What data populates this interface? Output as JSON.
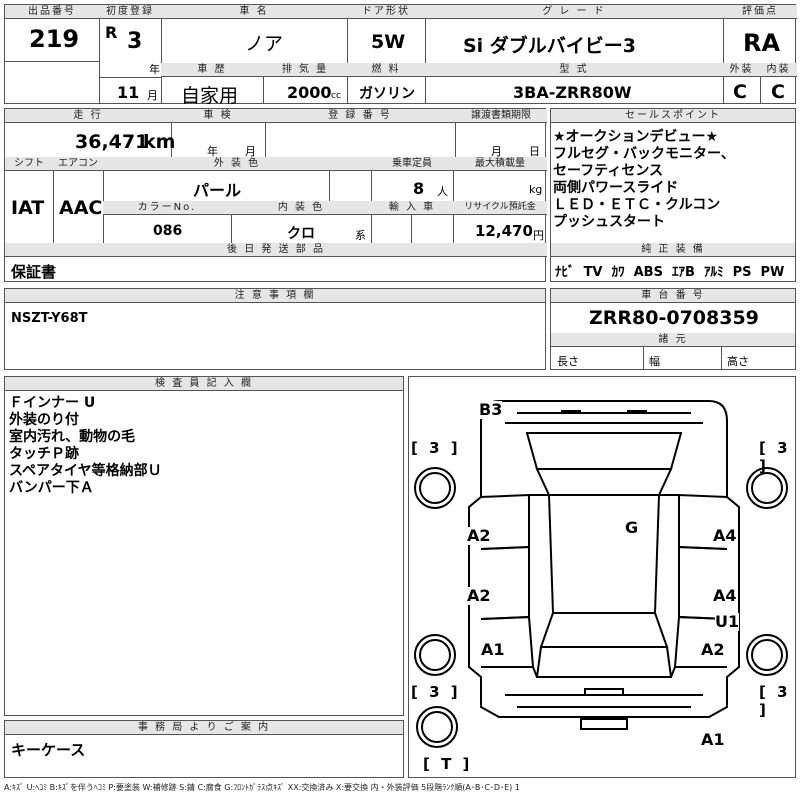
{
  "header": {
    "lot_label": "出品番号",
    "lot_value": "219",
    "first_reg_label": "初度登録",
    "era": "R",
    "year": "3",
    "year_unit": "年",
    "month": "11",
    "month_unit": "月",
    "name_label": "車 名",
    "name_value": "ノア",
    "door_label": "ドア形状",
    "door_value": "5W",
    "grade_label": "グ レ ー ド",
    "grade_value": "Si ダブルバイビー3",
    "score_label": "評価点",
    "score_value": "RA",
    "history_label": "車 歴",
    "history_value": "自家用",
    "displacement_label": "排 気 量",
    "displacement_value": "2000",
    "displacement_unit": "cc",
    "fuel_label": "燃 料",
    "fuel_value": "ガソリン",
    "model_label": "型 式",
    "model_value": "3BA-ZRR80W",
    "ext_label": "外装",
    "ext_value": "C",
    "int_label": "内装",
    "int_value": "C"
  },
  "details": {
    "mileage_label": "走 行",
    "mileage_value": "36,471",
    "mileage_unit": "km",
    "inspection_label": "車 検",
    "insp_year_unit": "年",
    "insp_month_unit": "月",
    "reg_no_label": "登 録 番 号",
    "transfer_label": "譲渡書類期限",
    "transfer_month_unit": "月",
    "transfer_day_unit": "日",
    "shift_label": "シフト",
    "shift_value": "IAT",
    "ac_label": "エアコン",
    "ac_value": "AAC",
    "color_label": "外 装 色",
    "color_value": "パール",
    "capacity_label": "乗車定員",
    "capacity_value": "8",
    "capacity_unit": "人",
    "load_label": "最大積載量",
    "load_unit": "kg",
    "color_no_label": "カラーNo.",
    "color_no_value": "086",
    "int_color_label": "内 装 色",
    "int_color_value": "クロ",
    "int_color_unit": "系",
    "import_label": "輸 入 車",
    "recycle_label": "リサイクル預託金",
    "recycle_value": "12,470",
    "recycle_unit": "円",
    "delivery_label": "後 日 発 送 部 品",
    "delivery_value": "保証書"
  },
  "sales_points": {
    "label": "セールスポイント",
    "lines": [
      "★オークションデビュー★",
      "フルセグ・バックモニター、",
      "セーフティセンス",
      "両側パワースライド",
      "ＬＥＤ・ＥＴＣ・クルコン",
      "プッシュスタート"
    ]
  },
  "equipment": {
    "label": "純 正 装 備",
    "items": [
      "ﾅﾋﾞ",
      "TV",
      "ｶﾜ",
      "ABS",
      "ｴｱB",
      "ｱﾙﾐ",
      "PS",
      "PW"
    ]
  },
  "notes": {
    "label": "注 意 事 項 欄",
    "value": "NSZT-Y68T"
  },
  "chassis": {
    "label": "車 台 番 号",
    "value": "ZRR80-0708359",
    "dims_label": "諸 元",
    "length_label": "長さ",
    "width_label": "幅",
    "height_label": "高さ"
  },
  "inspector": {
    "label": "検 査 員 記 入 欄",
    "lines": [
      "Ｆインナー U",
      "外装のり付",
      "室内汚れ、動物の毛",
      "タッチＰ跡",
      "スペアタイヤ等格納部Ｕ",
      "バンパー下Ａ"
    ]
  },
  "office": {
    "label": "事 務 局 よ り ご 案 内",
    "value": "キーケース"
  },
  "diagram": {
    "marks": {
      "b3": "B3",
      "g": "G",
      "a2_left_upper": "A2",
      "a2_left_lower": "A2",
      "a4_right_upper": "A4",
      "a4_right_lower": "A4",
      "u1": "U1",
      "a1_left": "A1",
      "a2_right": "A2",
      "a1_bottom": "A1"
    },
    "tires": {
      "top_left": "[ 3 ]",
      "top_right": "[ 3 ]",
      "bottom_left": "[ 3 ]",
      "bottom_right": "[ 3 ]",
      "spare": "[ T ]"
    }
  },
  "legend": "A:ｷｽﾞ U:ﾍｺﾐ B:ｷｽﾞを伴うﾍｺﾐ P:要塗装 W:補修跡 S:錆 C:腐食 G:ﾌﾛﾝﾄｶﾞﾗｽ点ｷｽﾞ XX:交換済み X:要交換 内・外装評価 5段階ﾗﾝｸ順(A･B･C･D･E) 1"
}
